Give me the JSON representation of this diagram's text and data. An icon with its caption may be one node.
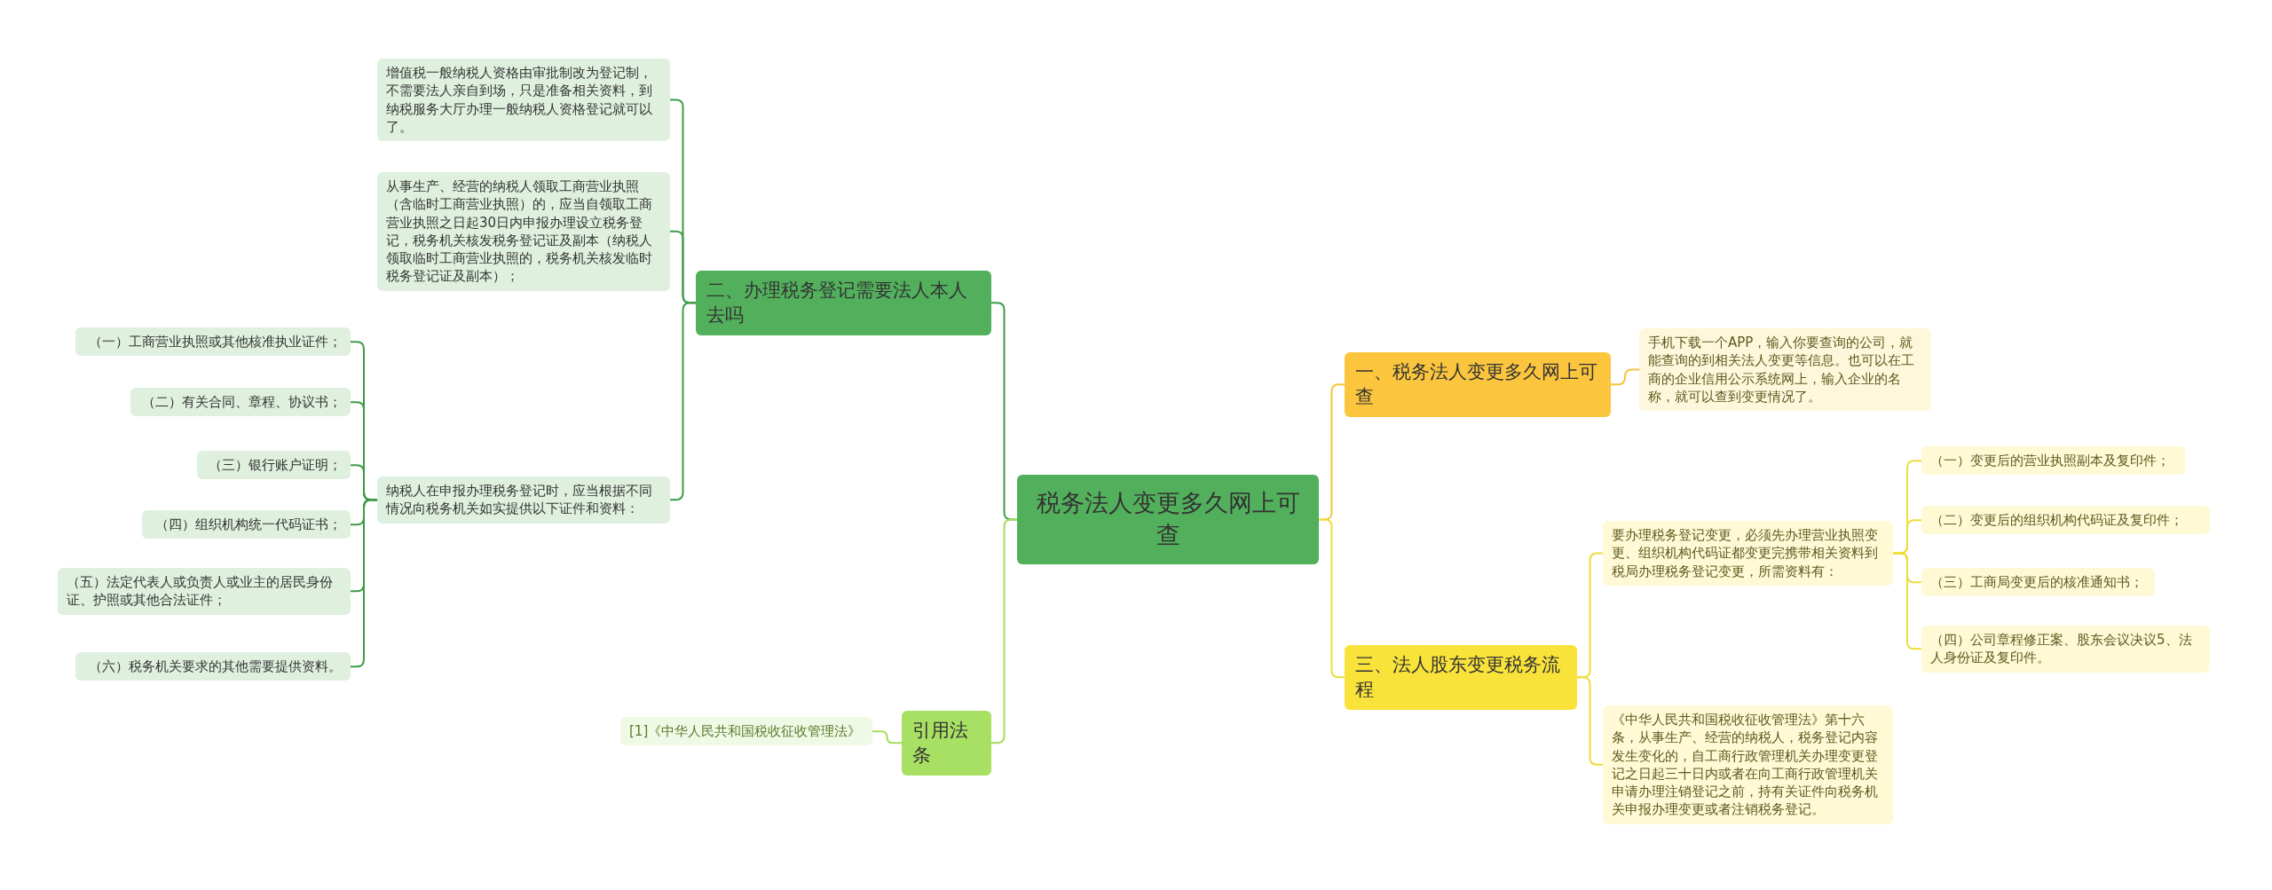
{
  "diagram": {
    "nodes": [
      {
        "text": [
          "税务法人变更多久网上可查"
        ]
      },
      {
        "text": [
          "二、办理税务登记需要法人本人去吗"
        ]
      },
      {
        "text": [
          "增值税一般纳税人资格由审批制改为登记制，不需要法人亲自到场，只是准备相关资料，到纳税服务大厅办理一般纳税人资格登记就可以了。"
        ]
      },
      {
        "text": [
          "从事生产、经营的纳税人领取工商营业执照（含临时工商营业执照）的，应当自领取工商营业执照之日起30日内申报办理设立税务登记，税务机关核发税务登记证及副本（纳税人领取临时工商营业执照的，税务机关核发临时税务登记证及副本）；"
        ]
      },
      {
        "text": [
          "纳税人在申报办理税务登记时，应当根据不同情况向税务机关如实提供以下证件和资料："
        ]
      },
      {
        "text": [
          "（一）工商营业执照或其他核准执业证件；"
        ]
      },
      {
        "text": [
          "（二）有关合同、章程、协议书；"
        ]
      },
      {
        "text": [
          "（三）银行账户证明；"
        ]
      },
      {
        "text": [
          "（四）组织机构统一代码证书；"
        ]
      },
      {
        "text": [
          "（五）法定代表人或负责人或业主的居民身份证、护照或其他合法证件；"
        ]
      },
      {
        "text": [
          "（六）税务机关要求的其他需要提供资料。"
        ]
      },
      {
        "text": [
          "引用法条"
        ]
      },
      {
        "text": [
          "[1]《中华人民共和国税收征收管理法》"
        ]
      },
      {
        "text": [
          "一、税务法人变更多久网上可查"
        ]
      },
      {
        "text": [
          "手机下载一个APP，输入你要查询的公司，就能查询的到相关法人变更等信息。也可以在工商的企业信用公示系统网上，输入企业的名称，就可以查到变更情况了。"
        ]
      },
      {
        "text": [
          "三、法人股东变更税务流程"
        ]
      },
      {
        "text": [
          "要办理税务登记变更，必须先办理营业执照变更、组织机构代码证都变更完携带相关资料到税局办理税务登记变更，所需资料有："
        ]
      },
      {
        "text": [
          "（一）变更后的营业执照副本及复印件；"
        ]
      },
      {
        "text": [
          "（二）变更后的组织机构代码证及复印件；"
        ]
      },
      {
        "text": [
          "（三）工商局变更后的核准通知书；"
        ]
      },
      {
        "text": [
          "（四）公司章程修正案、股东会议决议5、法人身份证及复印件。"
        ]
      },
      {
        "text": [
          "《中华人民共和国税收征收管理法》第十六条，从事生产、经营的纳税人，税务登记内容发生变化的，自工商行政管理机关办理变更登记之日起三十日内或者在向工商行政管理机关申请办理注销登记之前，持有关证件向税务机关申报办理变更或者注销税务登记。"
        ]
      }
    ],
    "edges": [
      {
        "from": 0,
        "to": 1,
        "arrow": "none",
        "color": "#3c9b48"
      },
      {
        "from": 1,
        "to": 2,
        "arrow": "none",
        "color": "#3c9b48"
      },
      {
        "from": 1,
        "to": 3,
        "arrow": "none",
        "color": "#3c9b48"
      },
      {
        "from": 1,
        "to": 4,
        "arrow": "none",
        "color": "#3c9b48"
      },
      {
        "from": 4,
        "to": 5,
        "arrow": "none",
        "color": "#3c9b48"
      },
      {
        "from": 4,
        "to": 6,
        "arrow": "none",
        "color": "#3c9b48"
      },
      {
        "from": 4,
        "to": 7,
        "arrow": "none",
        "color": "#3c9b48"
      },
      {
        "from": 4,
        "to": 8,
        "arrow": "none",
        "color": "#3c9b48"
      },
      {
        "from": 4,
        "to": 9,
        "arrow": "none",
        "color": "#3c9b48"
      },
      {
        "from": 4,
        "to": 10,
        "arrow": "none",
        "color": "#3c9b48"
      },
      {
        "from": 0,
        "to": 11,
        "arrow": "none",
        "color": "#a6dc5a"
      },
      {
        "from": 11,
        "to": 12,
        "arrow": "none",
        "color": "#a6dc5a"
      },
      {
        "from": 0,
        "to": 13,
        "arrow": "none",
        "color": "#f5c53a"
      },
      {
        "from": 13,
        "to": 14,
        "arrow": "none",
        "color": "#f5c53a"
      },
      {
        "from": 0,
        "to": 15,
        "arrow": "none",
        "color": "#eedc3b"
      },
      {
        "from": 15,
        "to": 16,
        "arrow": "none",
        "color": "#eedc3b"
      },
      {
        "from": 16,
        "to": 17,
        "arrow": "none",
        "color": "#eedc3b"
      },
      {
        "from": 16,
        "to": 18,
        "arrow": "none",
        "color": "#eedc3b"
      },
      {
        "from": 16,
        "to": 19,
        "arrow": "none",
        "color": "#eedc3b"
      },
      {
        "from": 16,
        "to": 20,
        "arrow": "none",
        "color": "#eedc3b"
      },
      {
        "from": 15,
        "to": 21,
        "arrow": "none",
        "color": "#eedc3b"
      }
    ]
  }
}
